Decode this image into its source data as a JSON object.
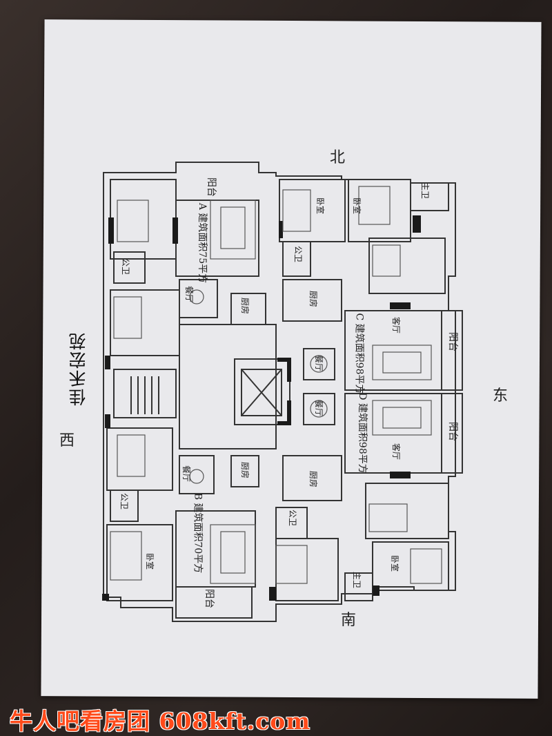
{
  "compass": {
    "north": "北",
    "east": "东",
    "south": "南",
    "west": "西"
  },
  "complex_name": "佳禾宏苑",
  "units": {
    "A": "A 建筑面积75平方",
    "B": "B 建筑面积70平方",
    "C": "C 建筑面积98平方",
    "D": "D 建筑面积98平方"
  },
  "rooms": {
    "balcony": "阳台",
    "bedroom": "卧室",
    "master_bath": "主卫",
    "public_bath": "公卫",
    "kitchen": "厨房",
    "dining": "餐厅",
    "living": "客厅",
    "living_alt": "客厅"
  },
  "watermark": "牛人吧看房团 608kft.com"
}
